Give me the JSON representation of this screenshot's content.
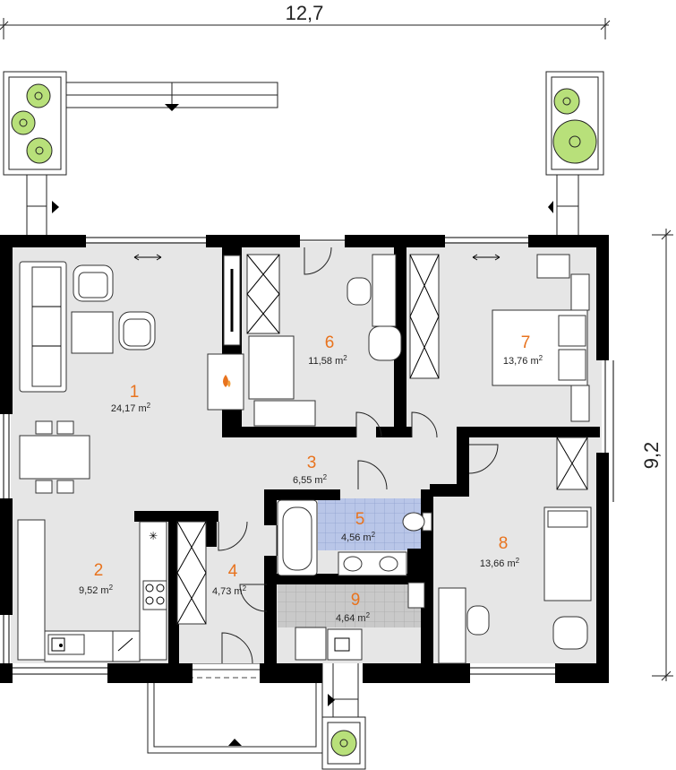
{
  "dimensions": {
    "width_label": "12,7",
    "height_label": "9,2"
  },
  "rooms": [
    {
      "number": "1",
      "area": "24,17 m",
      "sup": "2"
    },
    {
      "number": "2",
      "area": "9,52 m",
      "sup": "2"
    },
    {
      "number": "3",
      "area": "6,55 m",
      "sup": "2"
    },
    {
      "number": "4",
      "area": "4,73 m",
      "sup": "2"
    },
    {
      "number": "5",
      "area": "4,56 m",
      "sup": "2"
    },
    {
      "number": "6",
      "area": "11,58 m",
      "sup": "2"
    },
    {
      "number": "7",
      "area": "13,76 m",
      "sup": "2"
    },
    {
      "number": "8",
      "area": "13,66 m",
      "sup": "2"
    },
    {
      "number": "9",
      "area": "4,64 m",
      "sup": "2"
    }
  ],
  "colors": {
    "floor": "#e6e6e6",
    "bathroom_tile": "#b9c6e8",
    "utility_floor": "#c8c8c8",
    "room_number": "#e8731e",
    "wall": "#000000",
    "plant": "#b8e07a"
  },
  "icons": [
    "fireplace-icon",
    "stove-icon",
    "sink-icon",
    "toilet-icon",
    "bathtub-icon",
    "plant-icon",
    "bed-icon",
    "sofa-icon",
    "armchair-icon",
    "wardrobe-icon"
  ]
}
